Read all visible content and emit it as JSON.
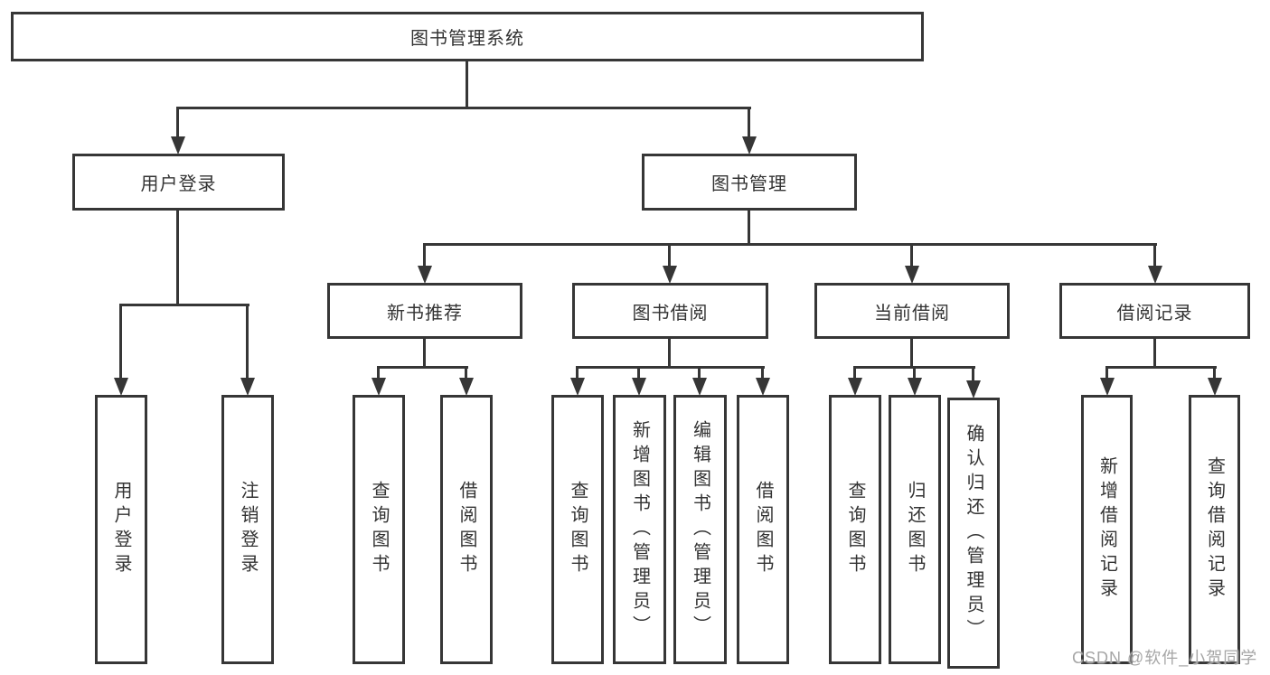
{
  "diagram": {
    "type": "tree-flowchart",
    "colors": {
      "line": "#363636",
      "text": "#333333",
      "background": "#ffffff",
      "watermark": "#a6a6a6"
    },
    "tree": {
      "label": "图书管理系统",
      "children": [
        {
          "label": "用户登录",
          "children": [
            {
              "label": "用户登录"
            },
            {
              "label": "注销登录"
            }
          ]
        },
        {
          "label": "图书管理",
          "children": [
            {
              "label": "新书推荐",
              "children": [
                {
                  "label": "查询图书"
                },
                {
                  "label": "借阅图书"
                }
              ]
            },
            {
              "label": "图书借阅",
              "children": [
                {
                  "label": "查询图书"
                },
                {
                  "label": "新增图书（管理员）"
                },
                {
                  "label": "编辑图书（管理员）"
                },
                {
                  "label": "借阅图书"
                }
              ]
            },
            {
              "label": "当前借阅",
              "children": [
                {
                  "label": "查询图书"
                },
                {
                  "label": "归还图书"
                },
                {
                  "label": "确认归还（管理员）"
                }
              ]
            },
            {
              "label": "借阅记录",
              "children": [
                {
                  "label": "新增借阅记录"
                },
                {
                  "label": "查询借阅记录"
                }
              ]
            }
          ]
        }
      ]
    },
    "watermark": "CSDN @软件_小贺同学"
  }
}
